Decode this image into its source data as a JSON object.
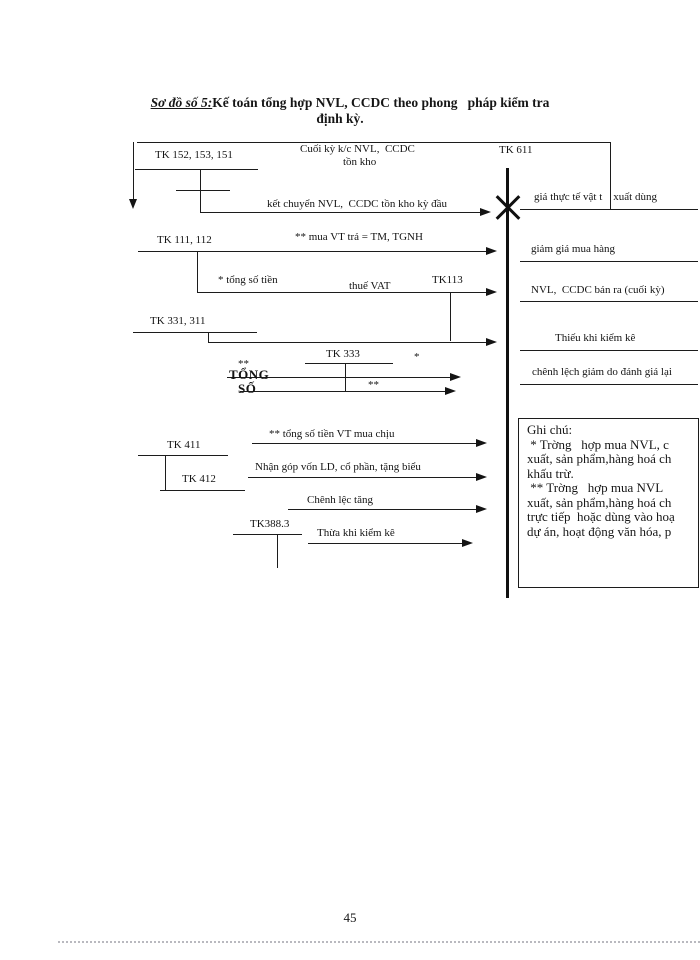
{
  "page": {
    "title_prefix": "Sơ đồ số 5:",
    "title_rest": "Kế toán tổng hợp NVL, CCDC theo phong   pháp kiểm tra",
    "title_line2": "định kỳ.",
    "page_number": "45"
  },
  "accounts": {
    "tk152": "TK 152, 153, 151",
    "tk611": "TK 611",
    "tk111": "TK 111, 112",
    "tk113": "TK113",
    "tk331": "TK 331, 311",
    "tk333": "TK 333",
    "tk411": "TK 411",
    "tk412": "TK 412",
    "tk3883": "TK388.3"
  },
  "flows": {
    "cuoi_ky_1": "Cuối kỳ k/c NVL,  CCDC",
    "cuoi_ky_2": "tồn kho",
    "ket_chuyen": "kết chuyển NVL,  CCDC tồn kho kỳ đầu",
    "gia_thuc_te": "giá thực tế vật t    xuất dùng",
    "mua_vt": "** mua VT trả = TM, TGNH",
    "giam_gia": "giảm giá mua hàng",
    "tong_so_tien": "* tổng số tiền",
    "thue_vat": "thuế VAT",
    "ban_ra": "NVL,  CCDC bán ra (cuối kỳ)",
    "thieu_kiem_ke": "Thiếu khi kiểm kê",
    "star": "*",
    "double_star": "**",
    "tong": "TỔNG",
    "so": "SỐ",
    "chenh_lech_giam": "chênh lệch giảm do đánh giá lại",
    "mua_chiu": "** tổng số tiền VT mua chịu",
    "gop_von": "Nhận góp vốn LD, cổ phần, tặng biểu",
    "chenh_tang": "Chênh lệc tăng",
    "thua_kiem_ke": "Thừa khi kiểm kê"
  },
  "note": {
    "heading": "Ghi chú:",
    "lines": [
      " * Trờng   hợp mua NVL, c",
      "xuất, sản phẩm,hàng hoá ch",
      "khấu trừ.",
      " ** Trờng   hợp mua NVL",
      "xuất, sản phẩm,hàng hoá ch",
      "trực tiếp  hoặc dùng vào hoạ",
      "dự án, hoạt động văn hóa, p"
    ]
  }
}
